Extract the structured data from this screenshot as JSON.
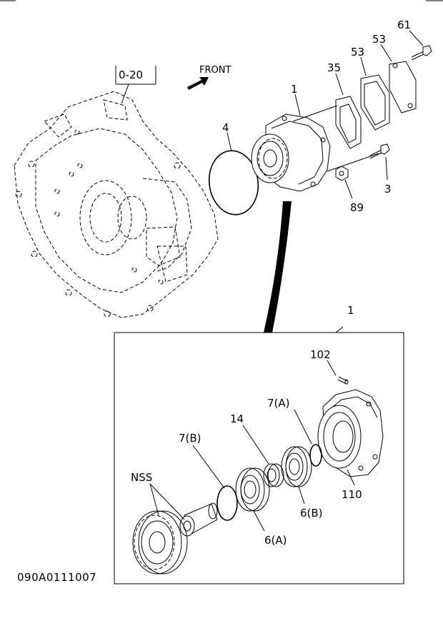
{
  "diagram": {
    "ref_box": "0-20",
    "front_label": "FRONT",
    "drawing_code": "090A0111007",
    "callouts": {
      "c1_top": "1",
      "c1_detail": "1",
      "c3": "3",
      "c4": "4",
      "c35": "35",
      "c53a": "53",
      "c53b": "53",
      "c61": "61",
      "c89": "89",
      "c102": "102",
      "c110": "110",
      "c14": "14",
      "c7a": "7(A)",
      "c7b": "7(B)",
      "c6a": "6(A)",
      "c6b": "6(B)",
      "nss": "NSS"
    }
  }
}
